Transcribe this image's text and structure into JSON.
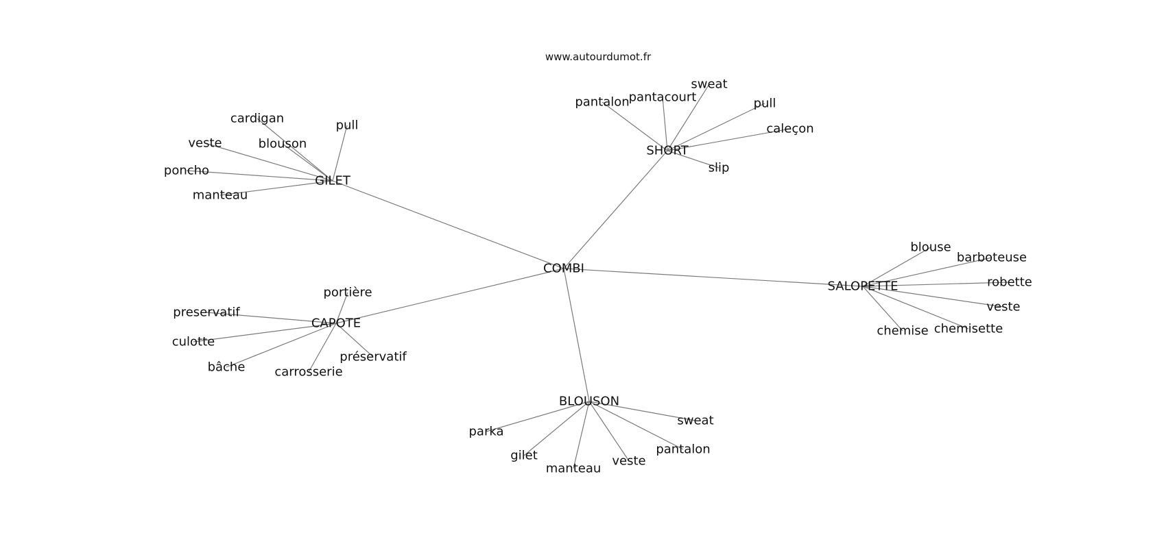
{
  "watermark": "www.autourdumot.fr",
  "graph": {
    "root": "COMBI",
    "hubs": [
      {
        "name": "SHORT",
        "leaves": [
          "pantalon",
          "pantacourt",
          "sweat",
          "pull",
          "caleçon",
          "slip"
        ]
      },
      {
        "name": "GILET",
        "leaves": [
          "cardigan",
          "blouson",
          "pull",
          "veste",
          "poncho",
          "manteau"
        ]
      },
      {
        "name": "CAPOTE",
        "leaves": [
          "portière",
          "preservatif",
          "culotte",
          "bâche",
          "carrosserie",
          "préservatif"
        ]
      },
      {
        "name": "SALOPETTE",
        "leaves": [
          "blouse",
          "barboteuse",
          "robette",
          "veste",
          "chemisette",
          "chemise"
        ]
      },
      {
        "name": "BLOUSON",
        "leaves": [
          "sweat",
          "pantalon",
          "veste",
          "manteau",
          "gilet",
          "parka"
        ]
      }
    ]
  }
}
